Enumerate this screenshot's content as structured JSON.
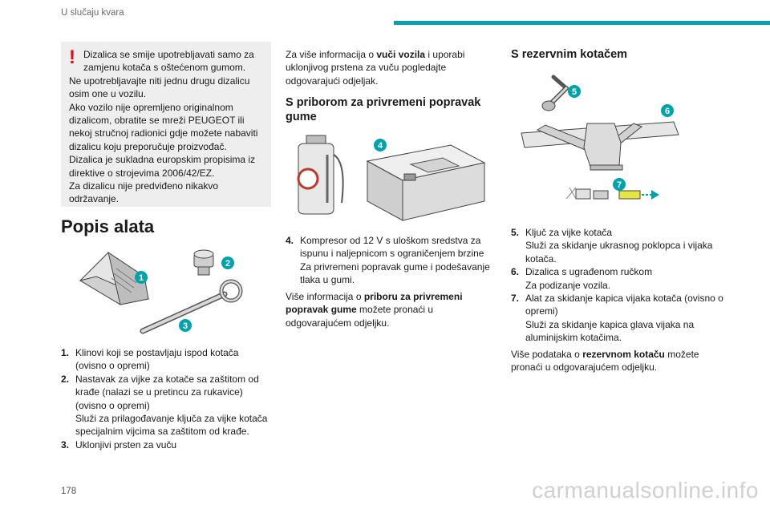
{
  "header": {
    "section": "U slučaju kvara"
  },
  "warning": {
    "mark": "!",
    "lines": [
      "Dizalica se smije upotrebljavati samo za zamjenu kotača s oštećenom gumom.",
      "Ne upotrebljavajte niti jednu drugu dizalicu osim one u vozilu.",
      "Ako vozilo nije opremljeno originalnom dizalicom, obratite se mreži PEUGEOT ili nekoj stručnoj radionici gdje možete nabaviti dizalicu koju preporučuje proizvođač.",
      "Dizalica je sukladna europskim propisima iz direktive o strojevima 2006/42/EZ.",
      "Za dizalicu nije predviđeno nikakvo održavanje."
    ]
  },
  "tools": {
    "title": "Popis alata",
    "badges": [
      "1",
      "2",
      "3"
    ],
    "items": [
      {
        "num": "1.",
        "lines": [
          "Klinovi koji se postavljaju ispod kotača (ovisno o opremi)"
        ]
      },
      {
        "num": "2.",
        "lines": [
          "Nastavak za vijke za kotače sa zaštitom od krađe (nalazi se u pretincu za rukavice) (ovisno o opremi)",
          "Služi za prilagođavanje ključa za vijke kotača specijalnim vijcima sa zaštitom od krađe."
        ]
      },
      {
        "num": "3.",
        "lines": [
          "Uklonjivi prsten za vuču"
        ]
      }
    ]
  },
  "col2": {
    "intro_pre": "Za više informacija o ",
    "intro_bold": "vuči vozila",
    "intro_post": " i uporabi uklonjivog prstena za vuču pogledajte odgovarajući odjeljak.",
    "kit_title": "S priborom za privremeni popravak gume",
    "badge": "4",
    "item": {
      "num": "4.",
      "lines": [
        "Kompresor od 12 V s uloškom sredstva za ispunu i naljepnicom s ograničenjem brzine",
        "Za privremeni popravak gume i podešavanje tlaka u gumi."
      ]
    },
    "more_pre": "Više informacija o ",
    "more_bold": "priboru za privremeni popravak gume",
    "more_post": " možete pronaći u odgovarajućem odjeljku."
  },
  "col3": {
    "title": "S rezervnim kotačem",
    "badges": [
      "5",
      "6",
      "7"
    ],
    "items": [
      {
        "num": "5.",
        "lines": [
          "Ključ za vijke kotača",
          "Služi za skidanje ukrasnog poklopca i vijaka kotača."
        ]
      },
      {
        "num": "6.",
        "lines": [
          "Dizalica s ugrađenom ručkom",
          "Za podizanje vozila."
        ]
      },
      {
        "num": "7.",
        "lines": [
          "Alat za skidanje kapica vijaka kotača (ovisno o opremi)",
          "Služi za skidanje kapica glava vijaka na aluminijskim kotačima."
        ]
      }
    ],
    "more_pre": "Više podataka o ",
    "more_bold": "rezervnom kotaču",
    "more_post": " možete pronaći u odgovarajućem odjeljku."
  },
  "footer": {
    "page": "178",
    "watermark": "carmanualsonline.info"
  },
  "colors": {
    "accent": "#00a3ad",
    "warning": "#e30613",
    "badge": "#00a3ad"
  }
}
